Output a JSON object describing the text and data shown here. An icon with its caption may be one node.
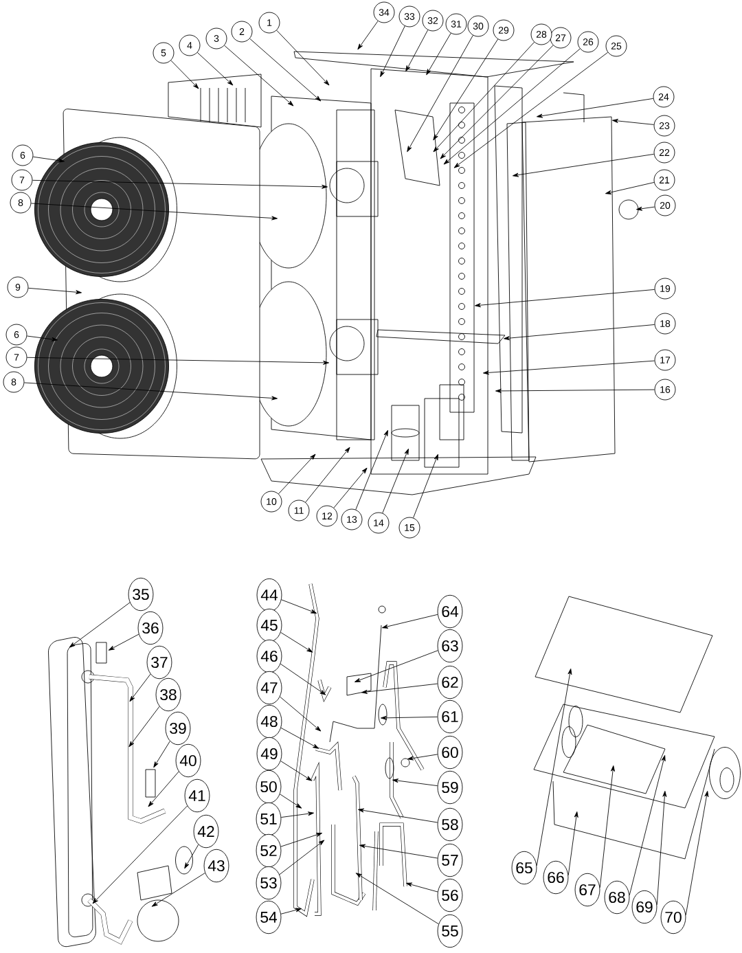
{
  "diagram": {
    "nodes": [
      {
        "text": [
          "1"
        ]
      },
      {
        "text": [
          "2"
        ]
      },
      {
        "text": [
          "3"
        ]
      },
      {
        "text": [
          "4"
        ]
      },
      {
        "text": [
          "5"
        ]
      },
      {
        "text": [
          "6"
        ]
      },
      {
        "text": [
          "7"
        ]
      },
      {
        "text": [
          "8"
        ]
      },
      {
        "text": [
          "9"
        ]
      },
      {
        "text": [
          "6"
        ]
      },
      {
        "text": [
          "7"
        ]
      },
      {
        "text": [
          "8"
        ]
      },
      {
        "text": [
          "10"
        ]
      },
      {
        "text": [
          "11"
        ]
      },
      {
        "text": [
          "12"
        ]
      },
      {
        "text": [
          "13"
        ]
      },
      {
        "text": [
          "14"
        ]
      },
      {
        "text": [
          "15"
        ]
      },
      {
        "text": [
          "16"
        ]
      },
      {
        "text": [
          "17"
        ]
      },
      {
        "text": [
          "18"
        ]
      },
      {
        "text": [
          "19"
        ]
      },
      {
        "text": [
          "20"
        ]
      },
      {
        "text": [
          "21"
        ]
      },
      {
        "text": [
          "22"
        ]
      },
      {
        "text": [
          "23"
        ]
      },
      {
        "text": [
          "24"
        ]
      },
      {
        "text": [
          "25"
        ]
      },
      {
        "text": [
          "26"
        ]
      },
      {
        "text": [
          "27"
        ]
      },
      {
        "text": [
          "28"
        ]
      },
      {
        "text": [
          "29"
        ]
      },
      {
        "text": [
          "30"
        ]
      },
      {
        "text": [
          "31"
        ]
      },
      {
        "text": [
          "32"
        ]
      },
      {
        "text": [
          "33"
        ]
      },
      {
        "text": [
          "34"
        ]
      },
      {
        "text": [
          "35"
        ]
      },
      {
        "text": [
          "36"
        ]
      },
      {
        "text": [
          "37"
        ]
      },
      {
        "text": [
          "38"
        ]
      },
      {
        "text": [
          "39"
        ]
      },
      {
        "text": [
          "40"
        ]
      },
      {
        "text": [
          "41"
        ]
      },
      {
        "text": [
          "42"
        ]
      },
      {
        "text": [
          "43"
        ]
      },
      {
        "text": [
          "44"
        ]
      },
      {
        "text": [
          "45"
        ]
      },
      {
        "text": [
          "46"
        ]
      },
      {
        "text": [
          "47"
        ]
      },
      {
        "text": [
          "48"
        ]
      },
      {
        "text": [
          "49"
        ]
      },
      {
        "text": [
          "50"
        ]
      },
      {
        "text": [
          "51"
        ]
      },
      {
        "text": [
          "52"
        ]
      },
      {
        "text": [
          "53"
        ]
      },
      {
        "text": [
          "54"
        ]
      },
      {
        "text": [
          "55"
        ]
      },
      {
        "text": [
          "56"
        ]
      },
      {
        "text": [
          "57"
        ]
      },
      {
        "text": [
          "58"
        ]
      },
      {
        "text": [
          "59"
        ]
      },
      {
        "text": [
          "60"
        ]
      },
      {
        "text": [
          "61"
        ]
      },
      {
        "text": [
          "62"
        ]
      },
      {
        "text": [
          "63"
        ]
      },
      {
        "text": [
          "64"
        ]
      },
      {
        "text": [
          "65"
        ]
      },
      {
        "text": [
          "66"
        ]
      },
      {
        "text": [
          "67"
        ]
      },
      {
        "text": [
          "68"
        ]
      },
      {
        "text": [
          "69"
        ]
      },
      {
        "text": [
          "70"
        ]
      }
    ],
    "edges": [
      {
        "from": 0,
        "to": null,
        "arrow": "to"
      },
      {
        "from": 1,
        "to": null,
        "arrow": "to"
      },
      {
        "from": 2,
        "to": null,
        "arrow": "to"
      },
      {
        "from": 3,
        "to": null,
        "arrow": "to"
      },
      {
        "from": 4,
        "to": null,
        "arrow": "to"
      },
      {
        "from": 5,
        "to": null,
        "arrow": "to"
      },
      {
        "from": 6,
        "to": null,
        "arrow": "to"
      },
      {
        "from": 7,
        "to": null,
        "arrow": "to"
      },
      {
        "from": 8,
        "to": null,
        "arrow": "to"
      },
      {
        "from": 9,
        "to": null,
        "arrow": "to"
      },
      {
        "from": 10,
        "to": null,
        "arrow": "to"
      },
      {
        "from": 11,
        "to": null,
        "arrow": "to"
      },
      {
        "from": 12,
        "to": null,
        "arrow": "to"
      },
      {
        "from": 13,
        "to": null,
        "arrow": "to"
      },
      {
        "from": 14,
        "to": null,
        "arrow": "to"
      },
      {
        "from": 15,
        "to": null,
        "arrow": "to"
      },
      {
        "from": 16,
        "to": null,
        "arrow": "to"
      },
      {
        "from": 17,
        "to": null,
        "arrow": "to"
      },
      {
        "from": 18,
        "to": null,
        "arrow": "to"
      },
      {
        "from": 19,
        "to": null,
        "arrow": "to"
      },
      {
        "from": 20,
        "to": null,
        "arrow": "to"
      },
      {
        "from": 21,
        "to": null,
        "arrow": "to"
      },
      {
        "from": 22,
        "to": null,
        "arrow": "to"
      },
      {
        "from": 23,
        "to": null,
        "arrow": "to"
      },
      {
        "from": 24,
        "to": null,
        "arrow": "to"
      },
      {
        "from": 25,
        "to": null,
        "arrow": "to"
      },
      {
        "from": 26,
        "to": null,
        "arrow": "to"
      },
      {
        "from": 27,
        "to": null,
        "arrow": "to"
      },
      {
        "from": 28,
        "to": null,
        "arrow": "to"
      },
      {
        "from": 29,
        "to": null,
        "arrow": "to"
      },
      {
        "from": 30,
        "to": null,
        "arrow": "to"
      },
      {
        "from": 31,
        "to": null,
        "arrow": "to"
      },
      {
        "from": 32,
        "to": null,
        "arrow": "to"
      },
      {
        "from": 33,
        "to": null,
        "arrow": "to"
      },
      {
        "from": 34,
        "to": null,
        "arrow": "to"
      },
      {
        "from": 35,
        "to": null,
        "arrow": "to"
      },
      {
        "from": 36,
        "to": null,
        "arrow": "to"
      },
      {
        "from": 37,
        "to": null,
        "arrow": "to"
      },
      {
        "from": 38,
        "to": null,
        "arrow": "to"
      },
      {
        "from": 39,
        "to": null,
        "arrow": "to"
      },
      {
        "from": 40,
        "to": null,
        "arrow": "to"
      },
      {
        "from": 41,
        "to": null,
        "arrow": "to"
      },
      {
        "from": 42,
        "to": null,
        "arrow": "to"
      },
      {
        "from": 43,
        "to": null,
        "arrow": "to"
      },
      {
        "from": 44,
        "to": null,
        "arrow": "to"
      },
      {
        "from": 45,
        "to": null,
        "arrow": "to"
      },
      {
        "from": 46,
        "to": null,
        "arrow": "to"
      },
      {
        "from": 47,
        "to": null,
        "arrow": "to"
      },
      {
        "from": 48,
        "to": null,
        "arrow": "to"
      },
      {
        "from": 49,
        "to": null,
        "arrow": "to"
      },
      {
        "from": 50,
        "to": null,
        "arrow": "to"
      },
      {
        "from": 51,
        "to": null,
        "arrow": "to"
      },
      {
        "from": 52,
        "to": null,
        "arrow": "to"
      },
      {
        "from": 53,
        "to": null,
        "arrow": "to"
      },
      {
        "from": 54,
        "to": null,
        "arrow": "to"
      },
      {
        "from": 55,
        "to": null,
        "arrow": "to"
      },
      {
        "from": 56,
        "to": null,
        "arrow": "to"
      },
      {
        "from": 57,
        "to": null,
        "arrow": "to"
      },
      {
        "from": 58,
        "to": null,
        "arrow": "to"
      },
      {
        "from": 59,
        "to": null,
        "arrow": "to"
      },
      {
        "from": 60,
        "to": null,
        "arrow": "to"
      },
      {
        "from": 61,
        "to": null,
        "arrow": "to"
      },
      {
        "from": 62,
        "to": null,
        "arrow": "to"
      },
      {
        "from": 63,
        "to": null,
        "arrow": "to"
      },
      {
        "from": 64,
        "to": null,
        "arrow": "to"
      },
      {
        "from": 65,
        "to": null,
        "arrow": "to"
      },
      {
        "from": 66,
        "to": null,
        "arrow": "to"
      },
      {
        "from": 67,
        "to": null,
        "arrow": "to"
      },
      {
        "from": 68,
        "to": null,
        "arrow": "to"
      },
      {
        "from": 69,
        "to": null,
        "arrow": "to"
      },
      {
        "from": 70,
        "to": null,
        "arrow": "to"
      },
      {
        "from": 71,
        "to": null,
        "arrow": "to"
      },
      {
        "from": 72,
        "to": null,
        "arrow": "to"
      }
    ]
  }
}
